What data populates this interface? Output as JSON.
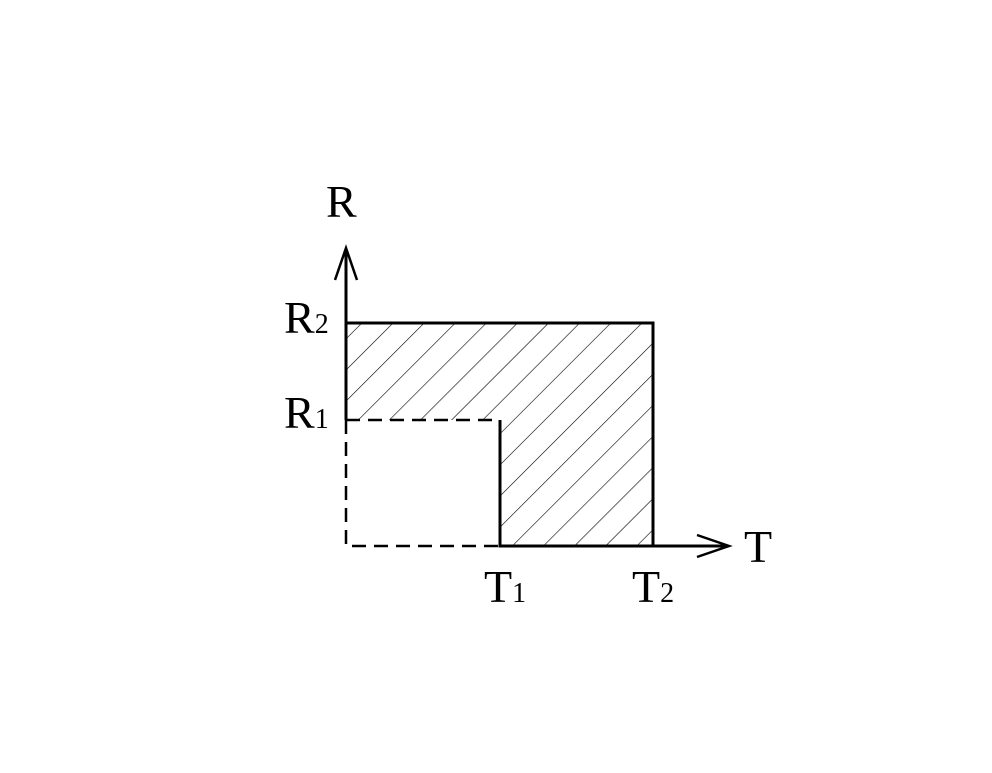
{
  "axes": {
    "vertical": {
      "letter": "R"
    },
    "horizontal": {
      "letter": "T"
    }
  },
  "ticks": {
    "r1": {
      "letter": "R",
      "index": "1"
    },
    "r2": {
      "letter": "R",
      "index": "2"
    },
    "t1": {
      "letter": "T",
      "index": "1"
    },
    "t2": {
      "letter": "T",
      "index": "2"
    }
  },
  "style": {
    "line_color": "#000000",
    "hatch_color": "#000000",
    "background": "#ffffff"
  }
}
